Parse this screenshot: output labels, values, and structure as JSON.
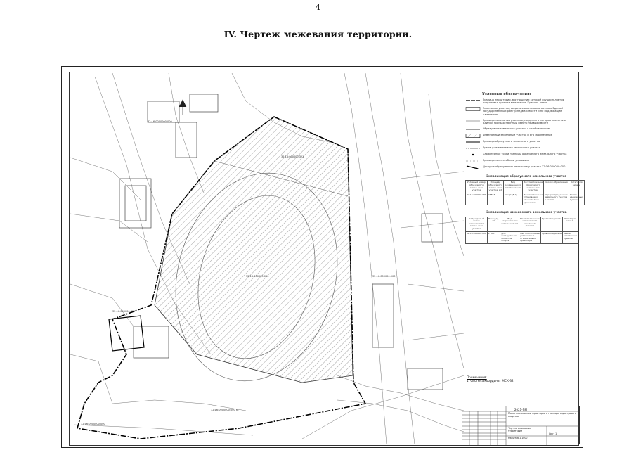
{
  "document": {
    "page_number": "4",
    "title": "IV.  Чертеж межевания территории."
  },
  "legend": {
    "title": "Условные обозначения:",
    "items": [
      {
        "icon": "red-line-symbol",
        "text": "Граница территории, в отношении которой осуществляется подготовка проекта межевания. Красная линия"
      },
      {
        "icon": "parcel-label-symbol",
        "text": "Земельные участки, сведения о которых внесены в Единый государственный реестр недвижимости и не подлежащие изменению"
      },
      {
        "icon": "parcel-boundary-symbol",
        "text": "Границы земельных участков, сведения о которых внесены в Единый государственный реестр недвижимости"
      },
      {
        "icon": "formed-parcel-symbol",
        "text": "Образуемые земельные участки и их обозначения"
      },
      {
        "icon": "changed-parcel-symbol",
        "text": "Изменяемый земельный участок и его обозначение"
      },
      {
        "icon": "boundary-line-symbol",
        "text": "Границы образуемого земельного участка"
      },
      {
        "icon": "dashed-boundary-symbol",
        "text": "Границы изменяемого земельного участка"
      },
      {
        "icon": "point-symbol",
        "text": "Характерные точки границы образуемого земельного участка"
      },
      {
        "icon": "zone-symbol",
        "text": "Границы зон с особыми условиями"
      },
      {
        "icon": "arrow-symbol",
        "text": "Доступ к образуемому земельному участку 32:16:000000:000"
      }
    ]
  },
  "formed_table": {
    "title": "Экспликация образуемого земельного участка",
    "headers": [
      "Условный номер образуемого земельного участка",
      "Площадь образуемого земельного участка, м2",
      "Вид разрешенного использования",
      "Местоположение образуемого земельного участка",
      "Способ образования",
      "Категория земель"
    ],
    "rows": [
      [
        "32:16:000000:ЗУ1",
        "26823",
        "Спорт (5.1)",
        "Местоположение установлено относительно ориентира",
        "Перераспределение земельного участка и земель",
        "Земли населенных пунктов"
      ]
    ]
  },
  "changed_table": {
    "title": "Экспликация изменяемого земельного участка",
    "headers": [
      "Кадастровый номер изменяемого земельного участка",
      "Площадь, м2",
      "Вид разрешенного использования",
      "Местоположение изменяемого земельного участка",
      "Правообладатель",
      "Категория земель"
    ],
    "rows": [
      [
        "32:16:000000:000",
        "2 980",
        "Для эксплуатации объектов спорта",
        "Местоположение установлено относительно ориентира",
        "Правообладатель",
        "Земли населенных пунктов"
      ]
    ]
  },
  "note": {
    "label": "Примечания:",
    "text": "1. Система координат МСК-32"
  },
  "stamp": {
    "code": "2021-ПМ",
    "line1": "Проект межевания территории в границах кадастрового квартала",
    "line2": "Чертеж межевания территории",
    "line3": "Масштаб 1:1000",
    "line4": "Лист 1"
  }
}
